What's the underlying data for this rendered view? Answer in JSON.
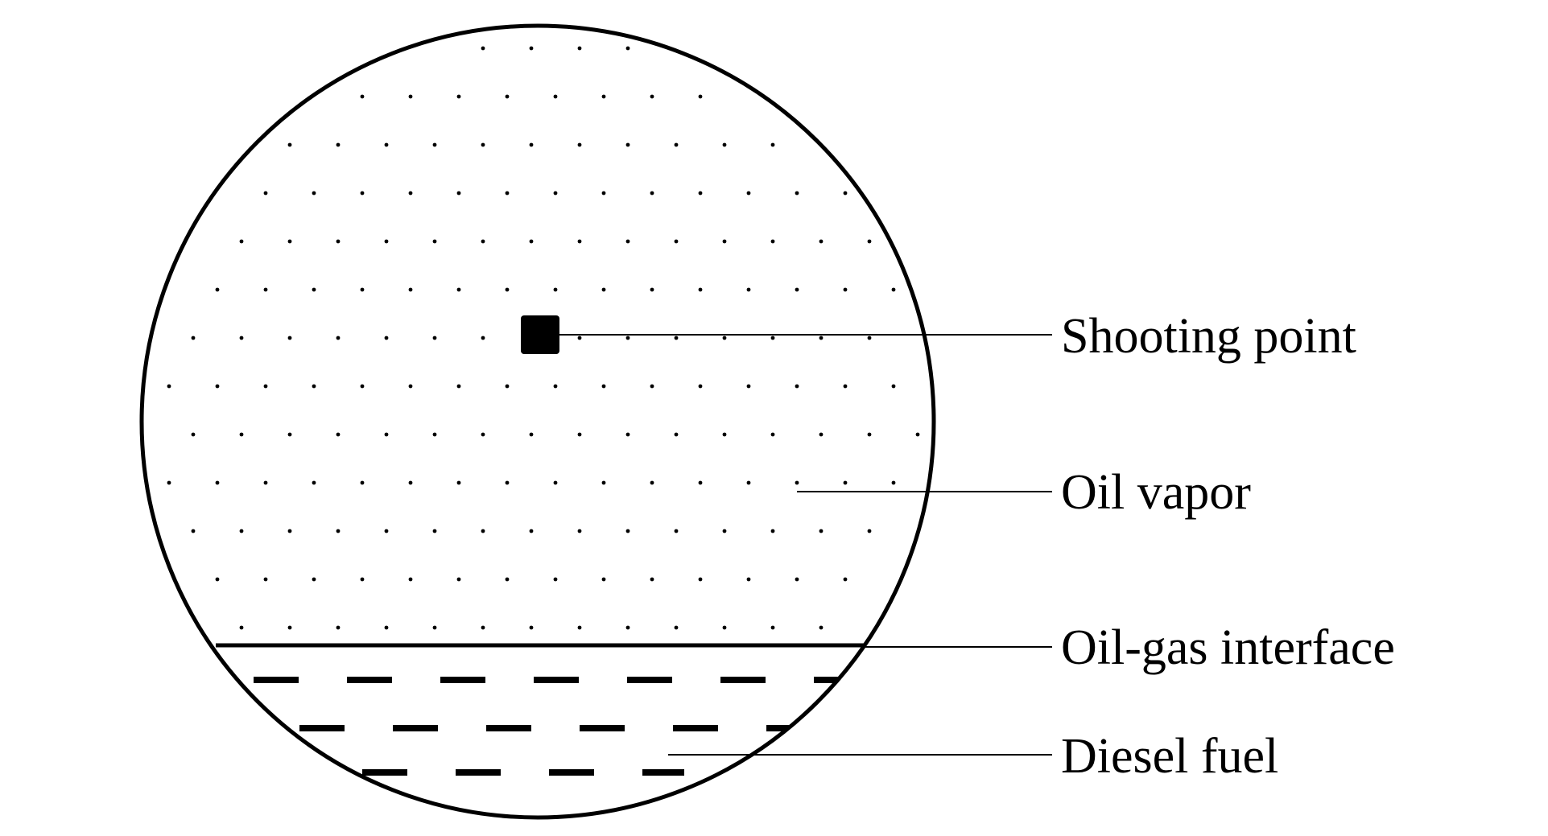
{
  "labels": {
    "shooting_point": "Shooting point",
    "oil_vapor": "Oil vapor",
    "interface": "Oil-gas interface",
    "diesel": "Diesel fuel"
  },
  "colors": {
    "ink": "#000000",
    "background": "#ffffff"
  }
}
